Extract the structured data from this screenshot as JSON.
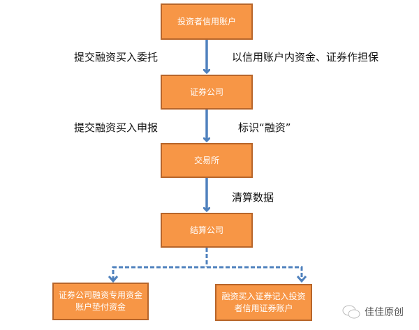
{
  "boxes": {
    "investor_account": "投资者信用账户",
    "broker": "证券公司",
    "exchange": "交易所",
    "clearing": "结算公司",
    "broker_fund_account": "证券公司融资专用资金账户垫付资金",
    "investor_securities_account": "融资买入证券记入投资者信用证券账户"
  },
  "labels": {
    "submit_order": "提交融资买入委托",
    "collateral": "以信用账户内资金、证券作担保",
    "submit_report": "提交融资买入申报",
    "mark": "标识“融资”",
    "clearing_data": "清算数据"
  },
  "watermark": {
    "text": "佳佳原创",
    "icon": "wechat-icon"
  },
  "colors": {
    "box": "#F79646",
    "box_border": "#B7652A",
    "arrow": "#4F81BD"
  }
}
